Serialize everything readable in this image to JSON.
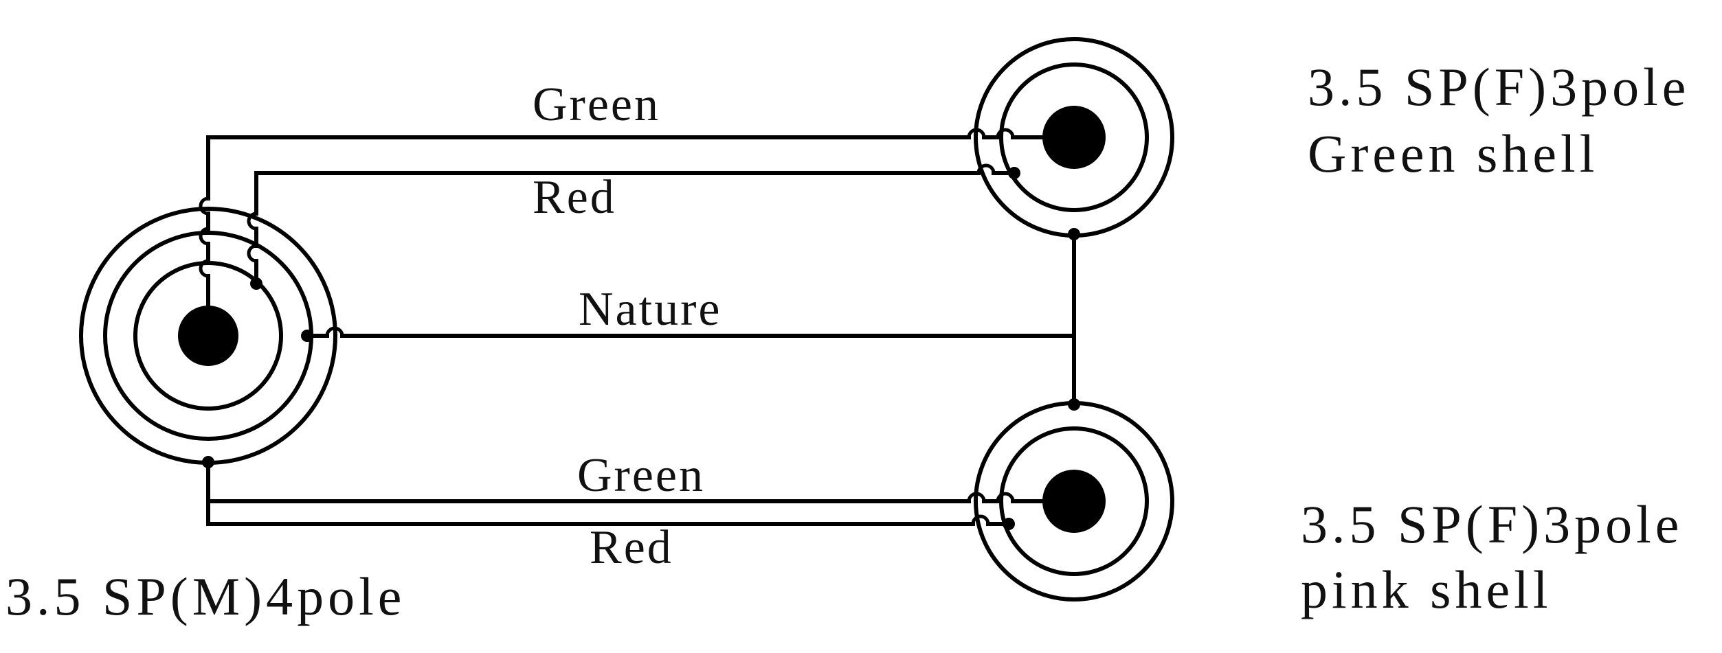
{
  "wire_labels": {
    "top_green": "Green",
    "top_red": "Red",
    "nature": "Nature",
    "bottom_green": "Green",
    "bottom_red": "Red"
  },
  "connectors": {
    "male": {
      "label": "3.5 SP(M)4pole"
    },
    "female_top": {
      "label_line1": "3.5 SP(F)3pole",
      "label_line2": "Green shell"
    },
    "female_bottom": {
      "label_line1": "3.5 SP(F)3pole",
      "label_line2": "pink shell"
    }
  },
  "colors": {
    "line": "#000000",
    "background": "#ffffff"
  }
}
